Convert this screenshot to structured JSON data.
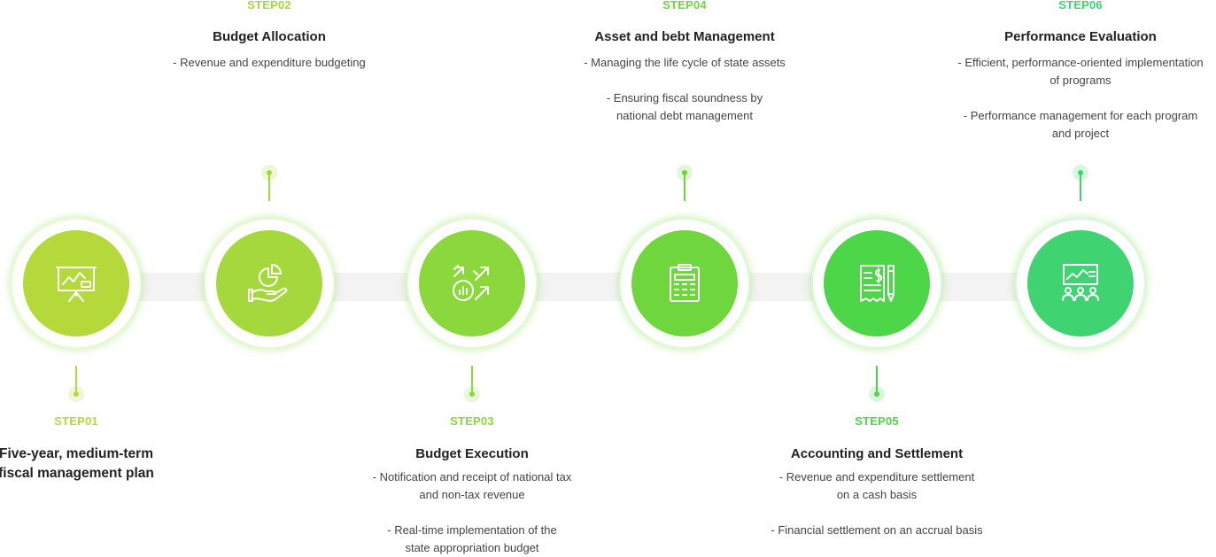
{
  "colors": {
    "step01": "#b5d93a",
    "step02": "#a5d83c",
    "step03": "#8ad83c",
    "step04": "#6fd63e",
    "step05": "#4dd647",
    "step06": "#3fd471",
    "track": "#f3f3f3",
    "text": "#222222"
  },
  "steps": [
    {
      "id": "step01",
      "label": "STEP01",
      "title": "Five-year, medium-term\nfiscal management plan",
      "details": [],
      "icon": "presentation-chart-icon",
      "label_position": "below"
    },
    {
      "id": "step02",
      "label": "STEP02",
      "title": "Budget Allocation",
      "details": [
        "- Revenue and expenditure budgeting"
      ],
      "icon": "hand-pie-chart-icon",
      "label_position": "above"
    },
    {
      "id": "step03",
      "label": "STEP03",
      "title": "Budget Execution",
      "details": [
        "- Notification and receipt of national tax\nand non-tax revenue",
        "- Real-time implementation of the\nstate appropriation budget"
      ],
      "icon": "arrows-coin-icon",
      "label_position": "below"
    },
    {
      "id": "step04",
      "label": "STEP04",
      "title": "Asset and bebt Management",
      "details": [
        "- Managing the life cycle of state assets",
        "- Ensuring fiscal soundness by\nnational debt management"
      ],
      "icon": "clipboard-calculator-icon",
      "label_position": "above"
    },
    {
      "id": "step05",
      "label": "STEP05",
      "title": "Accounting and Settlement",
      "details": [
        "- Revenue and expenditure settlement\non a cash basis",
        "- Financial settlement on an accrual basis"
      ],
      "icon": "receipt-pencil-icon",
      "label_position": "below"
    },
    {
      "id": "step06",
      "label": "STEP06",
      "title": "Performance Evaluation",
      "details": [
        "- Efficient, performance-oriented implementation\nof programs",
        "- Performance management for each program\nand project"
      ],
      "icon": "board-audience-icon",
      "label_position": "above"
    }
  ]
}
